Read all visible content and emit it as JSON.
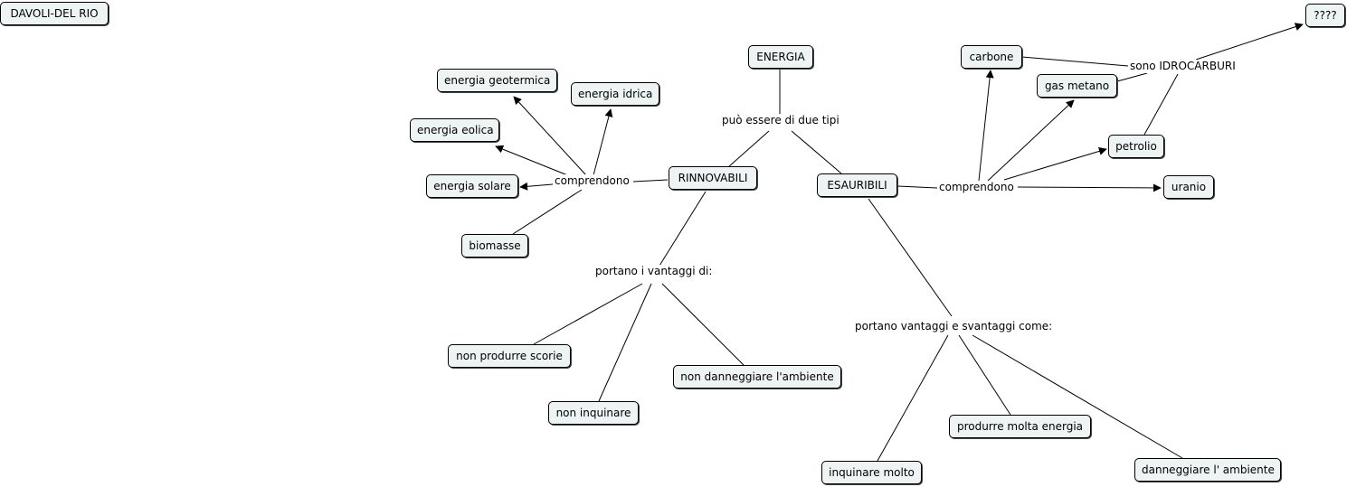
{
  "author": "DAVOLI-DEL RIO",
  "concepts": {
    "energia": "ENERGIA",
    "rinnovabili": "RINNOVABILI",
    "esauribili": "ESAURIBILI",
    "geotermica": "energia geotermica",
    "idrica": "energia idrica",
    "eolica": "energia eolica",
    "solare": "energia solare",
    "biomasse": "biomasse",
    "non_scorie": "non produrre scorie",
    "non_inquinare": "non inquinare",
    "non_danneggiare": "non danneggiare l'ambiente",
    "carbone": "carbone",
    "gas_metano": "gas metano",
    "petrolio": "petrolio",
    "uranio": "uranio",
    "unknown": "????",
    "inquinare": "inquinare molto",
    "produrre": "produrre molta energia",
    "danneggiare": "danneggiare l' ambiente"
  },
  "link_phrases": {
    "due_tipi": "può essere di due tipi",
    "comprendono_r": "comprendono",
    "comprendono_e": "comprendono",
    "vantaggi_r": "portano i vantaggi di:",
    "vantaggi_e": "portano vantaggi e svantaggi come:",
    "idrocarburi": "sono IDROCARBURI"
  }
}
